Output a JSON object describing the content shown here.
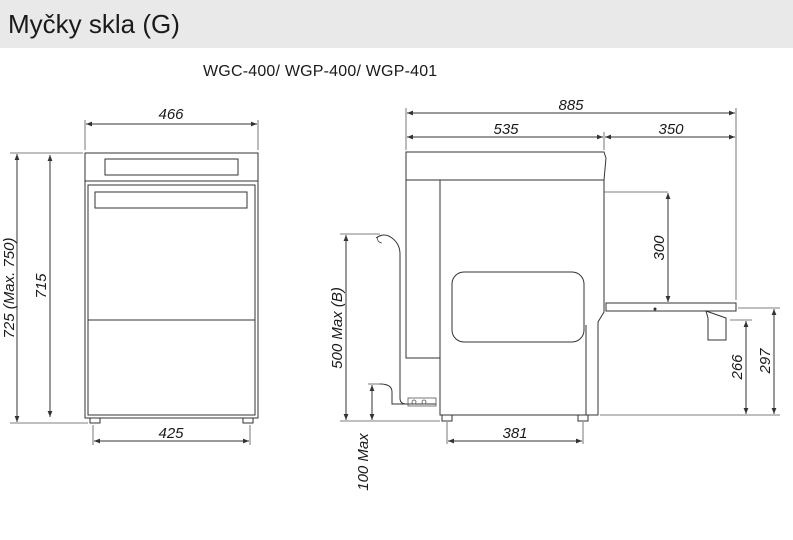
{
  "header": {
    "title": "Myčky skla (G)"
  },
  "models_label": "WGC-400/ WGP-400/ WGP-401",
  "dimensions": {
    "front_width_top": "466",
    "front_width_bottom": "425",
    "front_height_total": "725 (Max. 750)",
    "front_height_body": "715",
    "side_depth_total": "885",
    "side_depth_body": "535",
    "side_depth_table": "350",
    "side_table_drop": "300",
    "side_base_width": "381",
    "drain_height": "500 Max (B)",
    "drain_below": "100 Max",
    "table_height_low": "266",
    "table_height_high": "297"
  },
  "colors": {
    "header_bg": "#e9e9e9",
    "line": "#333333"
  }
}
